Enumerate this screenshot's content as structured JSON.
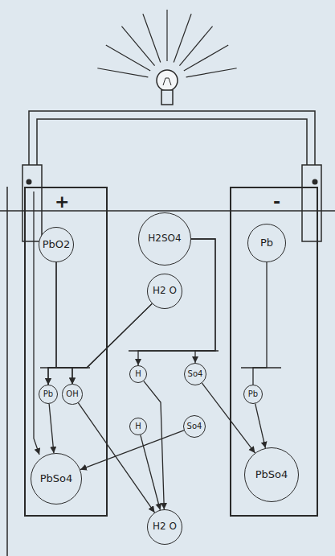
{
  "diagram": {
    "nodes": [
      {
        "text": [
          "+"
        ]
      },
      {
        "text": [
          "PbO2"
        ],
        "in": 0
      },
      {
        "text": [
          "Pb"
        ],
        "in": 0
      },
      {
        "text": [
          "OH"
        ],
        "in": 0
      },
      {
        "text": [
          "PbSo4"
        ],
        "in": 0
      },
      {
        "text": [
          "-"
        ]
      },
      {
        "text": [
          "Pb"
        ],
        "in": 5
      },
      {
        "text": [
          "Pb"
        ],
        "in": 5
      },
      {
        "text": [
          "PbSo4"
        ],
        "in": 5
      },
      {
        "text": [
          "H2SO4"
        ]
      },
      {
        "text": [
          "H2 O"
        ]
      },
      {
        "text": [
          "H"
        ]
      },
      {
        "text": [
          "So4"
        ]
      },
      {
        "text": [
          "H"
        ]
      },
      {
        "text": [
          "So4"
        ]
      },
      {
        "text": [
          "H2 O"
        ]
      }
    ],
    "edges": [
      {
        "from": 1,
        "to": 2,
        "arrow": "to"
      },
      {
        "from": 1,
        "to": 3,
        "arrow": "to"
      },
      {
        "from": 10,
        "to": 2,
        "arrow": "to"
      },
      {
        "from": 10,
        "to": 3,
        "arrow": "to"
      },
      {
        "from": 2,
        "to": 4,
        "arrow": "to"
      },
      {
        "from": 3,
        "to": 15,
        "arrow": "to"
      },
      {
        "from": 9,
        "to": 11,
        "arrow": "to"
      },
      {
        "from": 9,
        "to": 12,
        "arrow": "to"
      },
      {
        "from": 11,
        "to": 15,
        "arrow": "to"
      },
      {
        "from": 13,
        "to": 15,
        "arrow": "to"
      },
      {
        "from": 12,
        "to": 8,
        "arrow": "to"
      },
      {
        "from": 14,
        "to": 4,
        "arrow": "to"
      },
      {
        "from": 6,
        "to": 7,
        "arrow": "none"
      },
      {
        "from": 7,
        "to": 8,
        "arrow": "to"
      }
    ]
  }
}
